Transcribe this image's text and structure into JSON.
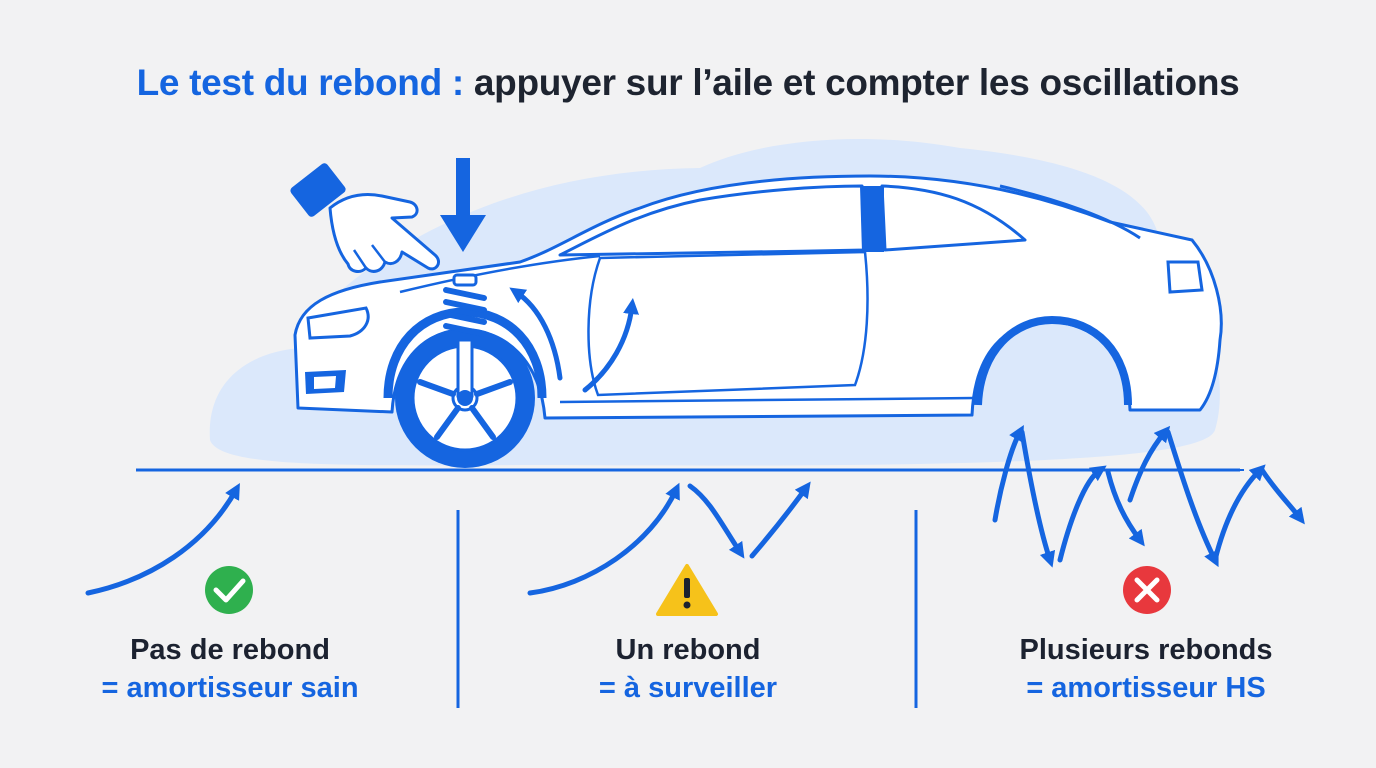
{
  "title": {
    "accent": "Le test du rebond :",
    "rest": " appuyer sur l’aile et compter les oscillations"
  },
  "colors": {
    "accent": "#1565e0",
    "background": "#f2f2f3",
    "car_fill": "#ffffff",
    "shadow": "#dbe8fb",
    "ok": "#2fb04e",
    "warn": "#f6c21a",
    "bad": "#e8383d"
  },
  "icons": [
    "hand-pointing-icon",
    "down-arrow-icon",
    "spring-icon",
    "check-icon",
    "warning-icon",
    "cross-icon"
  ],
  "results": [
    {
      "icon": "check-icon",
      "status": "ok",
      "label": "Pas de rebond",
      "verdict": "= amortisseur sain"
    },
    {
      "icon": "warning-icon",
      "status": "warn",
      "label": "Un rebond",
      "verdict": "= à surveiller"
    },
    {
      "icon": "cross-icon",
      "status": "bad",
      "label": "Plusieurs rebonds",
      "verdict": "= amortisseur HS"
    }
  ]
}
